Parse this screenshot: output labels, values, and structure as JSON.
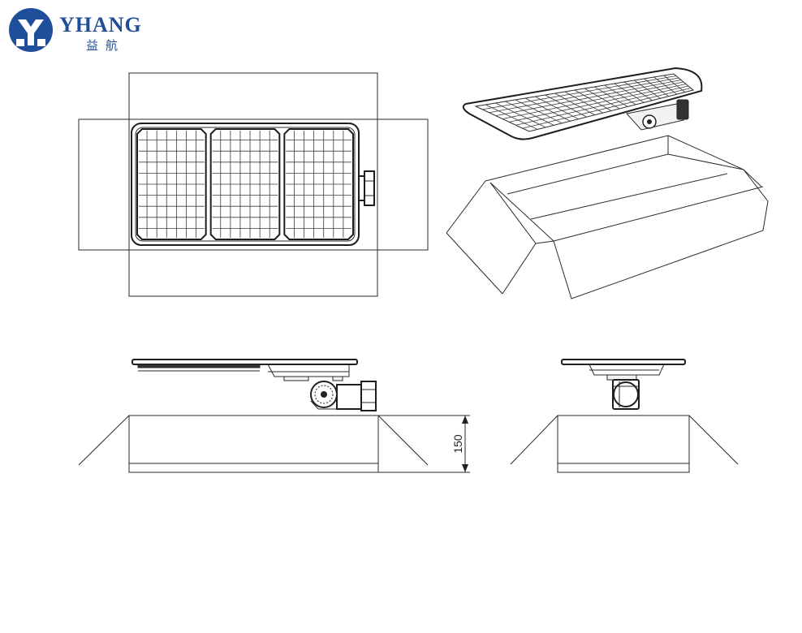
{
  "logo": {
    "brand_en": "YHANG",
    "brand_cn": "益航",
    "color": "#1f4e9a"
  },
  "dimension": {
    "height_value": "150"
  },
  "grate": {
    "panel_count": 3,
    "panel_columns": 7,
    "panel_rows": 10
  },
  "colors": {
    "line": "#2a2a2a",
    "background": "#ffffff"
  }
}
